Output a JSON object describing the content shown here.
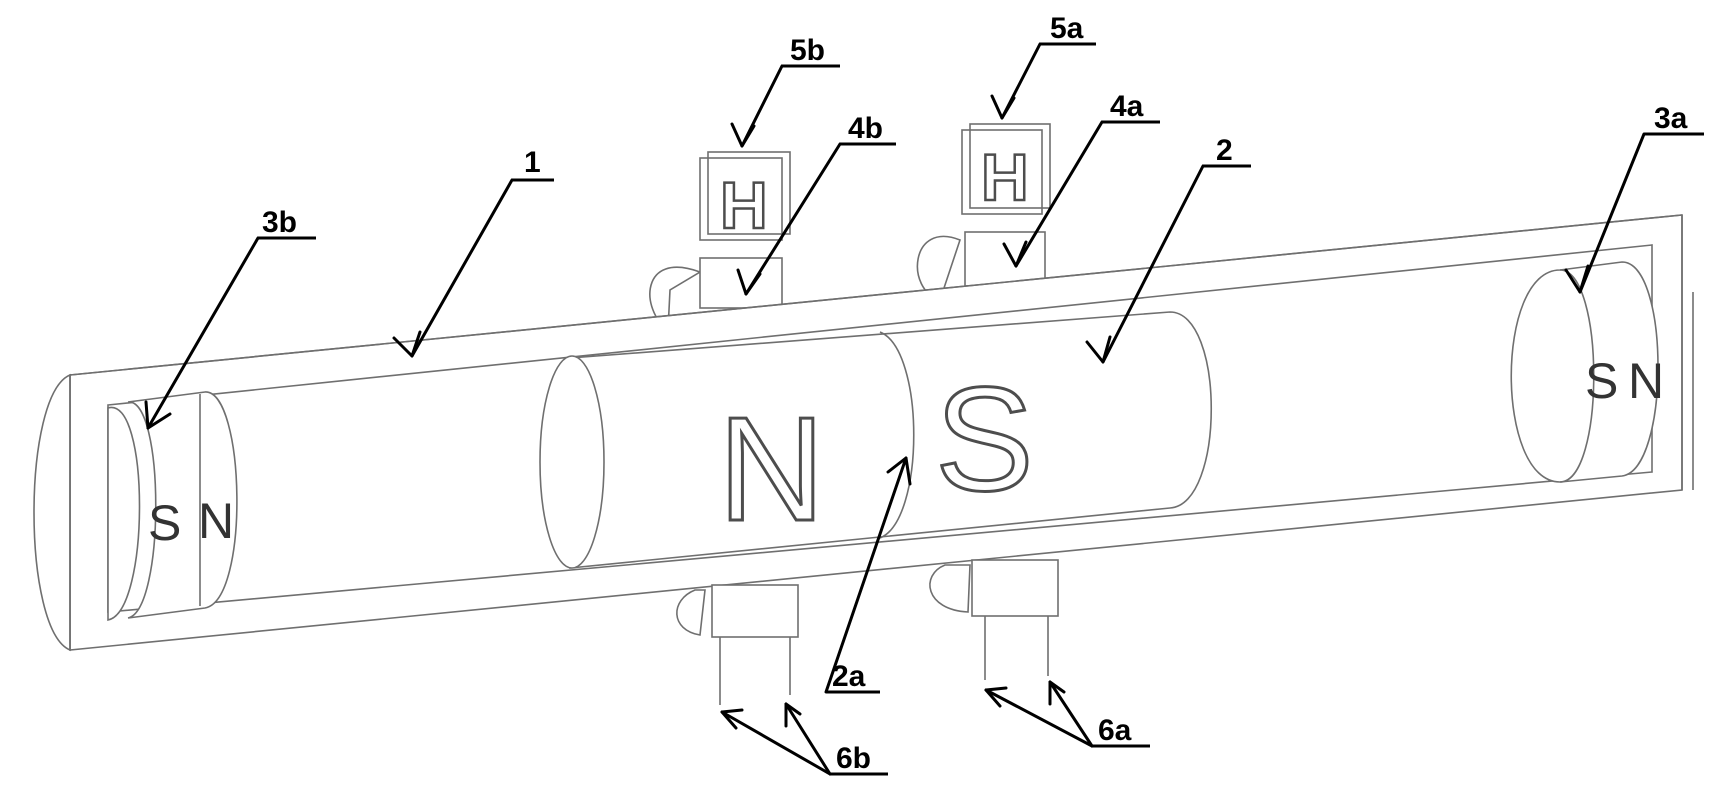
{
  "callouts": {
    "c1": "1",
    "c2": "2",
    "c2a": "2a",
    "c3a": "3a",
    "c3b": "3b",
    "c4a": "4a",
    "c4b": "4b",
    "c5a": "5a",
    "c5b": "5b",
    "c6a": "6a",
    "c6b": "6b"
  },
  "magnet_poles": {
    "center_north": "N",
    "center_south": "S",
    "left_south": "S",
    "left_north": "N",
    "right_south": "S",
    "right_north": "N"
  },
  "sensors": {
    "sensor_5a_letter": "H",
    "sensor_5b_letter": "H"
  }
}
